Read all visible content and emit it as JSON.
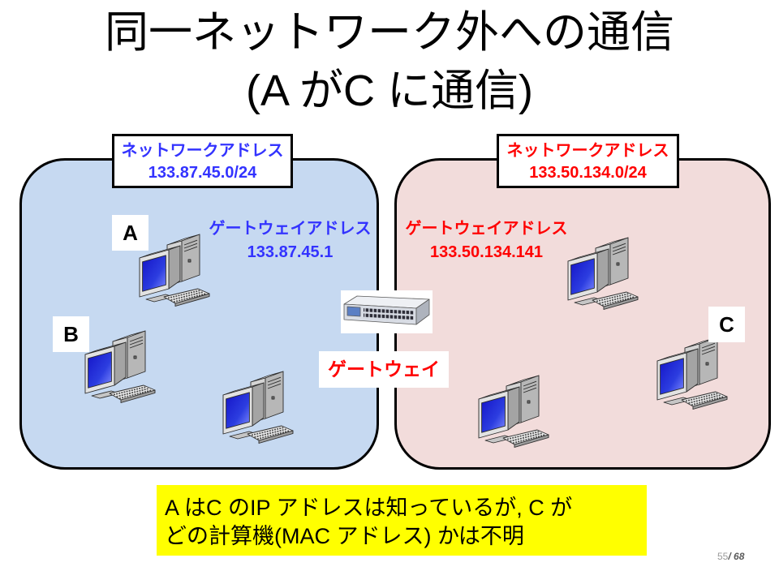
{
  "title": {
    "line1": "同一ネットワーク外への通信",
    "line2": "(A がC に通信)"
  },
  "networks": {
    "left": {
      "address_label": "ネットワークアドレス",
      "address": "133.87.45.0/24",
      "gateway_label": "ゲートウェイアドレス",
      "gateway_address": "133.87.45.1",
      "text_color": "#3333ff",
      "fill_color": "#c6d9f1"
    },
    "right": {
      "address_label": "ネットワークアドレス",
      "address": "133.50.134.0/24",
      "gateway_label": "ゲートウェイアドレス",
      "gateway_address": "133.50.134.141",
      "text_color": "#ff0000",
      "fill_color": "#f2dcdb"
    }
  },
  "hosts": {
    "a": "A",
    "b": "B",
    "c": "C"
  },
  "gateway": {
    "label": "ゲートウェイ",
    "text_color": "#ff0000",
    "icon": "network-switch-icon"
  },
  "computers": {
    "icon": "computer-icon"
  },
  "note": {
    "lines": [
      "A はC のIP アドレスは知っているが, C が",
      "どの計算機(MAC アドレス) かは不明"
    ],
    "background": "#ffff00"
  },
  "page_number": {
    "current": "55",
    "total": "/ 68"
  }
}
